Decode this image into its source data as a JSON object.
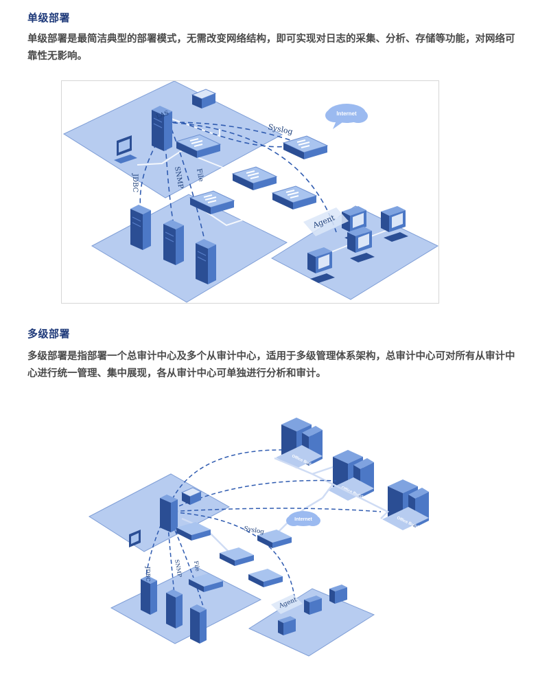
{
  "single": {
    "title": "单级部署",
    "description": "单级部署是最简洁典型的部署模式，无需改变网络结构，即可实现对日志的采集、分析、存储等功能，对网络可靠性无影响。",
    "diagram": {
      "internet": "Internet",
      "syslog": "Syslog",
      "file": "File",
      "snmp": "SNMP",
      "jdbc": "JDBC",
      "agent": "Agent",
      "las": "LAS"
    }
  },
  "multi": {
    "title": "多级部署",
    "description": "多级部署是指部署一个总审计中心及多个从审计中心，适用于多级管理体系架构，总审计中心可对所有从审计中心进行统一管理、集中展现，各从审计中心可单独进行分析和审计。",
    "diagram": {
      "internet": "Internet",
      "syslog": "Syslog",
      "file": "File",
      "snmp": "SNMP",
      "jdbc": "JDBC",
      "agent": "Agent",
      "building": "Office Building"
    }
  },
  "colors": {
    "platform": "#b7ccf0",
    "platform_edge": "#7f9ed6",
    "device_dark": "#2b4e94",
    "device_mid": "#4c78c6",
    "device_light": "#a9c4ef",
    "link": "#2f5bb0",
    "cloud": "#9bbaf0"
  }
}
